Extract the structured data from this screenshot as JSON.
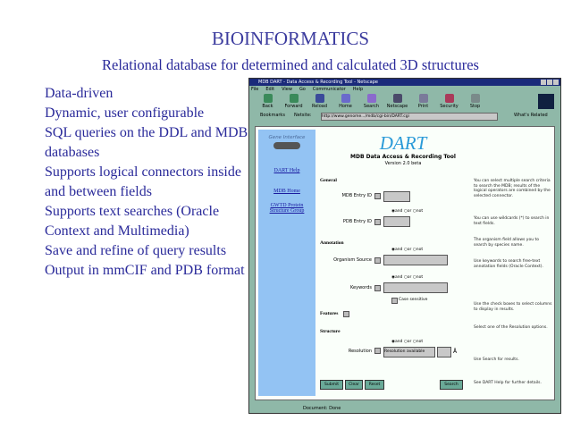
{
  "slide": {
    "title": "BIOINFORMATI",
    "title_wrap": "CS",
    "subtitle": "Relational database for determined and calculated 3D structures",
    "bullets": [
      "Data-driven",
      "Dynamic, user configurable",
      "SQL queries on the DDL and MDB databases",
      "Supports logical connectors inside and between fields",
      "Supports text searches (Oracle Context and Multimedia)",
      "Save and refine of query results",
      "Output in mmCIF and PDB format"
    ]
  },
  "browser": {
    "title": "MDB DART - Data Access & Recording Tool - Netscape",
    "menu": [
      "File",
      "Edit",
      "View",
      "Go",
      "Communicator",
      "Help"
    ],
    "toolbar": [
      "Back",
      "Forward",
      "Reload",
      "Home",
      "Search",
      "Netscape",
      "Print",
      "Security",
      "Stop"
    ],
    "bookmarks": "Bookmarks",
    "location_label": "Netsite:",
    "url": "http://www.genome.../mdb/cgi-bin/DART.cgi",
    "related": "What's Related",
    "status": "Document: Done"
  },
  "page": {
    "sidebar_brand": "Gene Interface",
    "links": [
      "DART Help",
      "MDB Home",
      "GWTD Protein Structure Group"
    ],
    "heading": "DART",
    "subheading": "MDB Data Access & Recording Tool",
    "version": "Version 2.0 beta",
    "sections": {
      "general": "General",
      "annotation": "Annotation",
      "features": "Features",
      "structure": "Structure"
    },
    "fields": {
      "mdb": "MDB Entry ID",
      "pdb": "PDB Entry ID",
      "organism": "Organism Source",
      "keywords": "Keywords",
      "resolution": "Resolution"
    },
    "radio": [
      "and",
      "or",
      "not"
    ],
    "case_label": "Case sensitive",
    "resolution_select": "Resolution available",
    "angstrom": "Å",
    "buttons": {
      "submit": "Submit",
      "clear": "Clear",
      "reset": "Reset",
      "search": "Search"
    },
    "help": [
      "You can select multiple search criteria to search the MDB; results of the logical operators are combined by the selected connector.",
      "You can use wildcards (*) to search in text fields.",
      "The organism field allows you to search by species name.",
      "Use keywords to search free-text annotation fields (Oracle Context).",
      "Use the check boxes to select columns to display in results.",
      "Select one of the Resolution options.",
      "Use Search for results.",
      "See DART Help for further details."
    ]
  }
}
